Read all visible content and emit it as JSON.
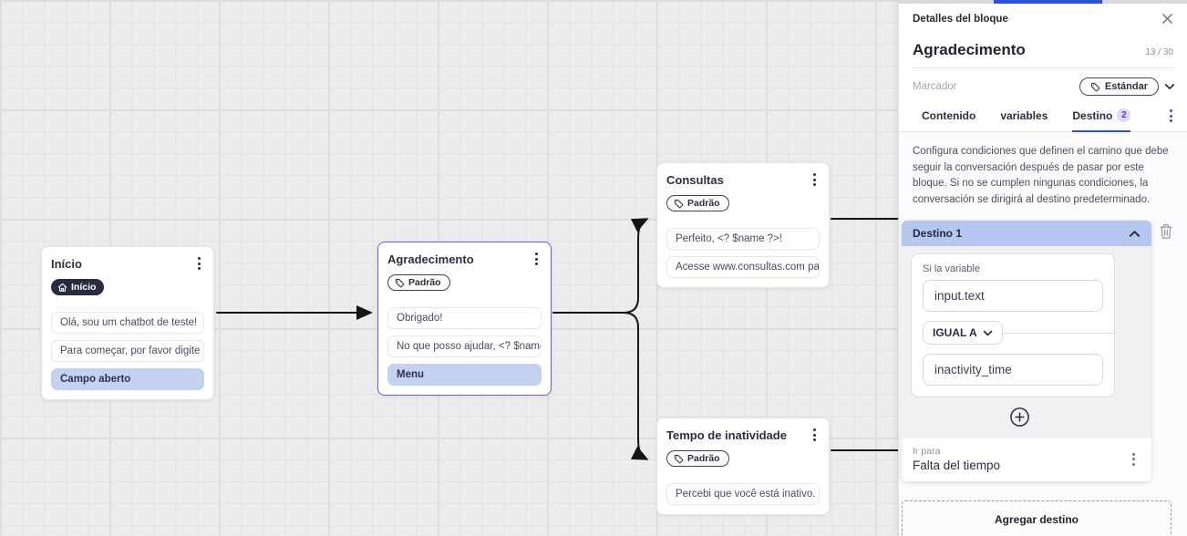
{
  "colors": {
    "accent-blue": "#2b52d6",
    "periwinkle": "#b7c6ef",
    "row-highlight": "#c5d1f1",
    "dark-navy": "#272c41",
    "selected-border": "#6e5fe0",
    "edge": "#141414"
  },
  "canvas": {
    "nodes": [
      {
        "title": "Início",
        "badge_label": "Início",
        "messages": [
          "Olá, sou um chatbot de teste!",
          "Para começar, por favor digite o ..."
        ],
        "action": "Campo aberto"
      },
      {
        "title": "Agradecimento",
        "badge_label": "Padrão",
        "messages": [
          "Obrigado!",
          "No que posso ajudar, <? $name ..."
        ],
        "action": "Menu"
      },
      {
        "title": "Consultas",
        "badge_label": "Padrão",
        "messages": [
          "Perfeito, <? $name ?>!",
          "Acesse www.consultas.com par..."
        ]
      },
      {
        "title": "Tempo de inatividade",
        "badge_label": "Padrão",
        "messages": [
          "Percebi que você está inativo. C..."
        ]
      }
    ]
  },
  "panel": {
    "header_title": "Detalles del bloque",
    "block_name": "Agradecimento",
    "char_count": "13 / 30",
    "marker_label": "Marcador",
    "marker_value": "Estándar",
    "tabs": {
      "contenido": "Contenido",
      "variables": "variables",
      "destino": "Destino",
      "destino_badge": "2"
    },
    "description": "Configura condiciones que definen el camino que debe seguir la conversación después de pasar por este bloque. Si no se cumplen ningunas condiciones, la conversación se dirigirá al destino predeterminado.",
    "destination": {
      "title": "Destino 1",
      "condition_label": "Si la variable",
      "variable_value": "input.text",
      "operator_label": "IGUAL A",
      "value": "inactivity_time",
      "goto_label": "Ir para",
      "goto_value": "Falta del tiempo"
    },
    "add_destination_label": "Agregar destino"
  },
  "icons": {
    "close": "✕",
    "kebab": "⋮",
    "chevron-down": "⌄",
    "chevron-up": "⌃",
    "plus": "+",
    "home": "⌂",
    "tag": "🏷",
    "trash": "🗑"
  }
}
